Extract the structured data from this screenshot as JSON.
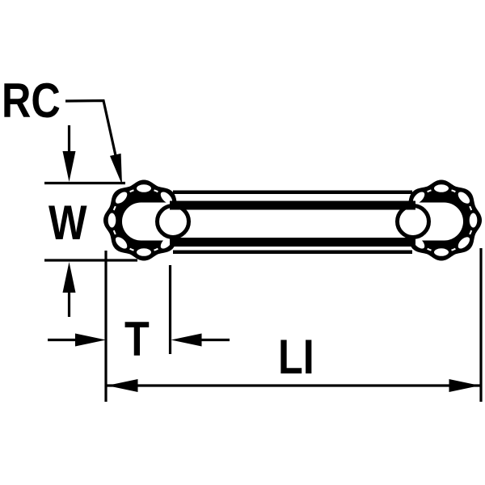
{
  "drawing": {
    "labels": {
      "rc": "RC",
      "w": "W",
      "t": "T",
      "li": "LI"
    },
    "colors": {
      "ink": "#000000",
      "background": "#ffffff"
    }
  }
}
